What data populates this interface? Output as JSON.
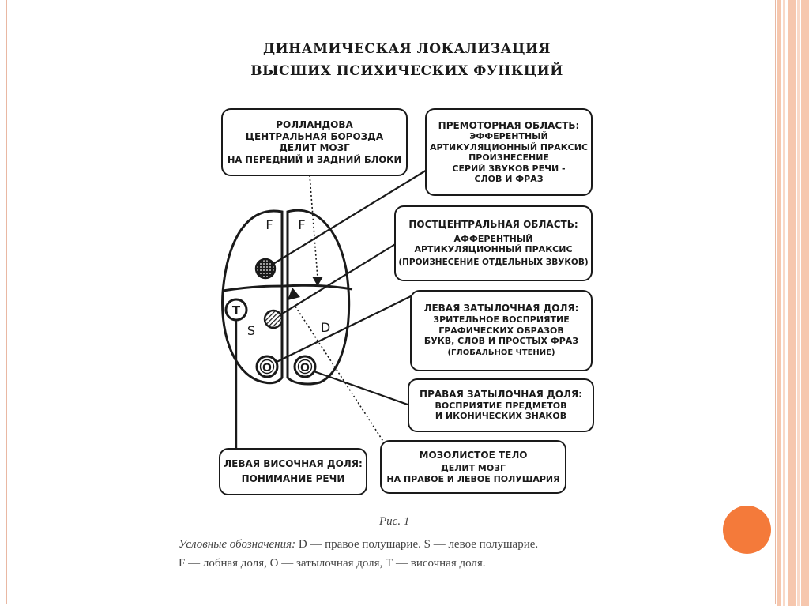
{
  "title": {
    "line1": "ДИНАМИЧЕСКАЯ ЛОКАЛИЗАЦИЯ",
    "line2": "ВЫСШИХ ПСИХИЧЕСКИХ ФУНКЦИЙ"
  },
  "boxes": {
    "rolandic": {
      "l1": "РОЛЛАНДОВА",
      "l2": "ЦЕНТРАЛЬНАЯ БОРОЗДА",
      "l3": "ДЕЛИТ МОЗГ",
      "l4": "НА ПЕРЕДНИЙ И ЗАДНИЙ БЛОКИ"
    },
    "premotor": {
      "l1": "ПРЕМОТОРНАЯ ОБЛАСТЬ:",
      "l2": "ЭФФЕРЕНТНЫЙ",
      "l3": "АРТИКУЛЯЦИОННЫЙ ПРАКСИС",
      "l4": "ПРОИЗНЕСЕНИЕ",
      "l5": "СЕРИЙ ЗВУКОВ РЕЧИ -",
      "l6": "СЛОВ И ФРАЗ"
    },
    "postcentral": {
      "l1": "ПОСТЦЕНТРАЛЬНАЯ ОБЛАСТЬ:",
      "l2": "АФФЕРЕНТНЫЙ",
      "l3": "АРТИКУЛЯЦИОННЫЙ ПРАКСИС",
      "l4": "(ПРОИЗНЕСЕНИЕ ОТДЕЛЬНЫХ ЗВУКОВ)"
    },
    "left_occipital": {
      "l1": "ЛЕВАЯ ЗАТЫЛОЧНАЯ ДОЛЯ:",
      "l2": "ЗРИТЕЛЬНОЕ ВОСПРИЯТИЕ",
      "l3": "ГРАФИЧЕСКИХ ОБРАЗОВ",
      "l4": "БУКВ, СЛОВ И ПРОСТЫХ ФРАЗ",
      "l5": "(ГЛОБАЛЬНОЕ ЧТЕНИЕ)"
    },
    "right_occipital": {
      "l1": "ПРАВАЯ ЗАТЫЛОЧНАЯ ДОЛЯ:",
      "l2": "ВОСПРИЯТИЕ ПРЕДМЕТОВ",
      "l3": "И ИКОНИЧЕСКИХ ЗНАКОВ"
    },
    "corpus_callosum": {
      "l1": "МОЗОЛИСТОЕ ТЕЛО",
      "l2": "ДЕЛИТ МОЗГ",
      "l3": "НА ПРАВОЕ И ЛЕВОЕ ПОЛУШАРИЯ"
    },
    "left_temporal": {
      "l1": "ЛЕВАЯ ВИСОЧНАЯ ДОЛЯ:",
      "l2": "ПОНИМАНИЕ РЕЧИ"
    }
  },
  "brain_labels": {
    "f_left": "F",
    "f_right": "F",
    "t": "T",
    "s": "S",
    "d": "D",
    "o_left": "O",
    "o_right": "O"
  },
  "caption": "Рис. 1",
  "legend": {
    "prefix": "Условные обозначения:",
    "line1_rest": " D — правое полушарие. S — левое полушарие.",
    "line2": "F — лобная доля, О — затылочная доля, Т — височная доля."
  },
  "colors": {
    "accent_orange": "#f47a3a",
    "stripe_peach": "#f6c7ae",
    "frame_border": "#e9b8a3",
    "ink": "#1a1a1a"
  }
}
